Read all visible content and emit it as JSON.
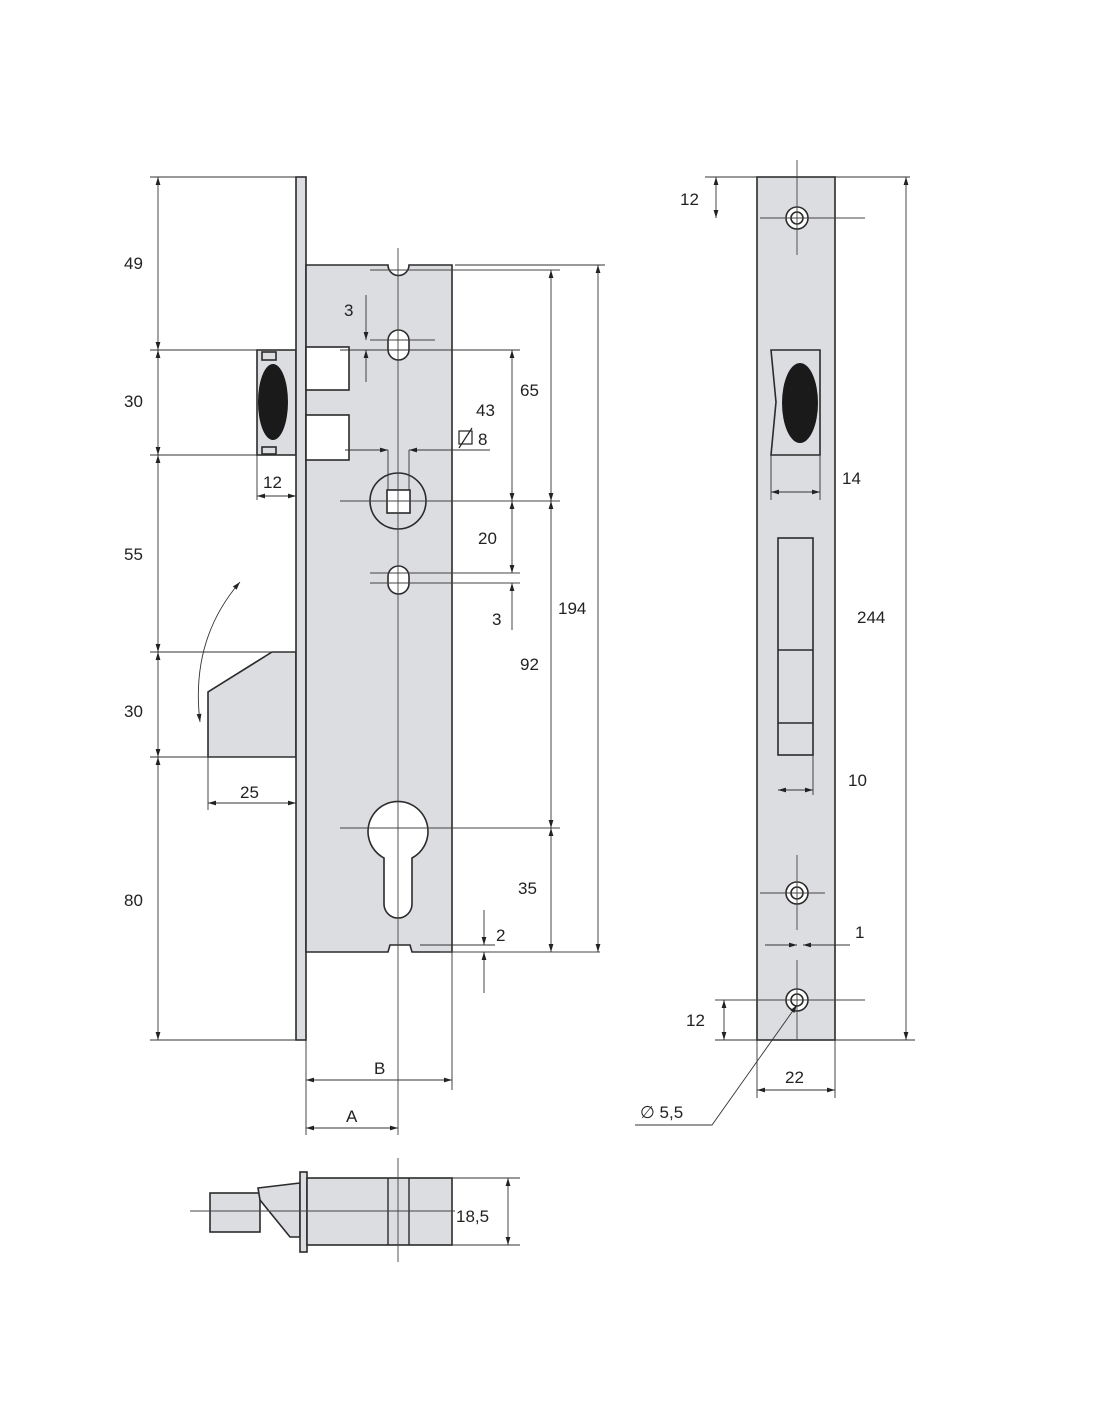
{
  "title": "Mortise lock technical drawing",
  "front_view": {
    "left_dims": [
      "49",
      "30",
      "55",
      "30",
      "80"
    ],
    "latch_width": "12",
    "bolt_projection": "25",
    "slot_offset_top": "3",
    "slot_offset_bottom": "3",
    "spindle_to_top": "43",
    "spindle_square": "8",
    "spindle_to_top_edge": "65",
    "spindle_to_slot": "20",
    "total_body": "194",
    "spindle_to_cylinder": "92",
    "cylinder_to_bottom": "35",
    "bottom_notch": "2",
    "backset_A": "A",
    "case_B": "B"
  },
  "side_view": {
    "top_hole": "12",
    "latch_width": "14",
    "overall_length": "244",
    "bolt_width": "10",
    "hole_offset": "1",
    "bottom_hole": "12",
    "plate_width": "22",
    "hole_diameter": "∅ 5,5"
  },
  "bottom_view": {
    "thickness": "18,5"
  }
}
